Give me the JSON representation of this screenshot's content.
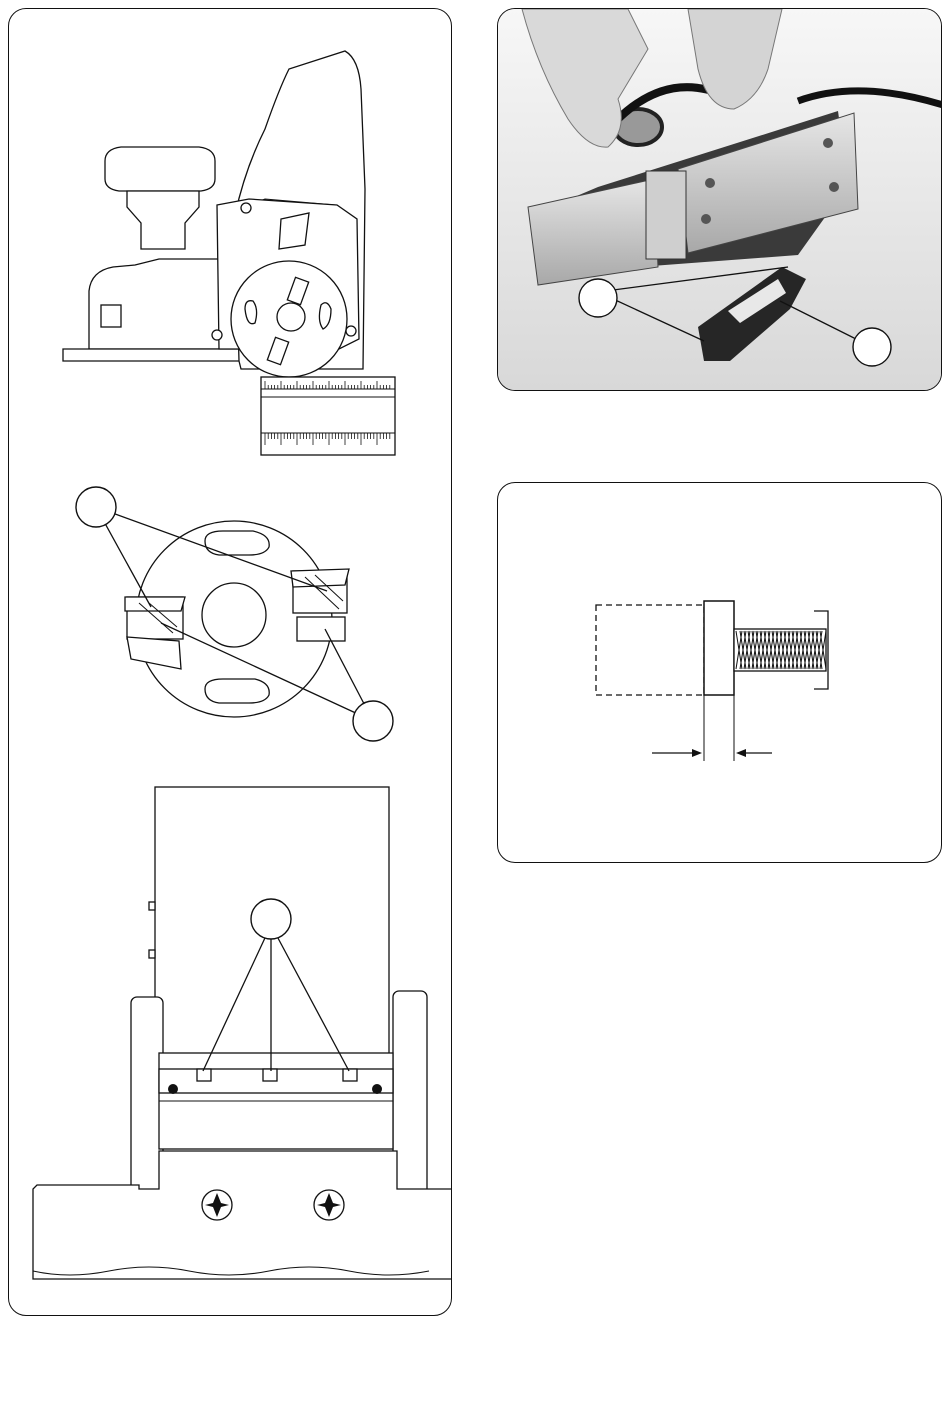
{
  "figures": {
    "planer_side_view": {
      "icon": "planer-side-view-drawing"
    },
    "cutter_drum_detail": {
      "icon": "cutter-drum-cross-section"
    },
    "planer_front_view": {
      "icon": "planer-front-view-drawing"
    },
    "blade_gauge_photo": {
      "icon": "photo-hands-setting-blade-gauge"
    },
    "blade_projection_detail": {
      "icon": "blade-projection-dimension"
    }
  },
  "callouts": {
    "count_visible": 5,
    "labels_printed": false
  }
}
